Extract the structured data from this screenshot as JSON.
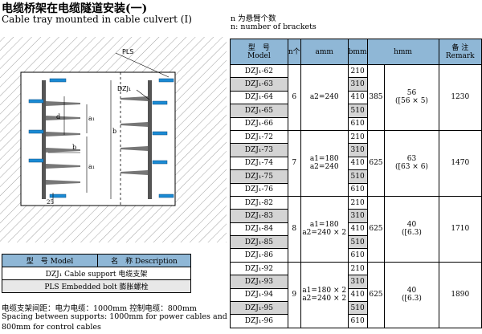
{
  "title_cn": "电缆桥架在电缆隧道安装(一)",
  "title_en": "Cable tray mounted in cable culvert (I)",
  "notes": {
    "n_cn": "n 为悬臂个数",
    "n_en": "n: number of brackets"
  },
  "drawing": {
    "pls": "PLS",
    "dzj": "DZJ₁",
    "dim_b": "b",
    "dim_b2": "b",
    "dim_d": "d",
    "dim_a1": "a₁",
    "dim_a2": "a₁",
    "dim_25": "25"
  },
  "legend": {
    "h_model": "型　号 Model",
    "h_name": "名　称 Description",
    "r1_model": "DZJ₁",
    "r1_name": "Cable support 电缆支架",
    "r2_model": "PLS",
    "r2_name": "Embedded bolt 膨胀螺栓"
  },
  "footer": {
    "line1": "电缆支架间距：电力电缆：1000mm 控制电缆：800mm",
    "line2": "Spacing between supports: 1000mm for power cables and",
    "line3": "800mm for control cables"
  },
  "table": {
    "h_model": "型　号",
    "h_model_en": "Model",
    "h_n": "n个",
    "h_amm": "amm",
    "h_bmm": "bmm",
    "h_hmm": "hmm",
    "h_remark": "备 注",
    "h_remark_en": "Remark",
    "groups": [
      {
        "n": "6",
        "a1": "a2=240",
        "a2": "",
        "h": "385",
        "h1": "56",
        "h2": "([56 × 5)",
        "remark": "1230",
        "rows": [
          {
            "model": "DZJ₁-62",
            "b": "210"
          },
          {
            "model": "DZJ₁-63",
            "b": "310"
          },
          {
            "model": "DZJ₁-64",
            "b": "410"
          },
          {
            "model": "DZJ₁-65",
            "b": "510"
          },
          {
            "model": "DZJ₁-66",
            "b": "610"
          }
        ]
      },
      {
        "n": "7",
        "a1": "a1=180",
        "a2": "a2=240",
        "h": "625",
        "h1": "63",
        "h2": "([63 × 6)",
        "remark": "1470",
        "rows": [
          {
            "model": "DZJ₁-72",
            "b": "210"
          },
          {
            "model": "DZJ₁-73",
            "b": "310"
          },
          {
            "model": "DZJ₁-74",
            "b": "410"
          },
          {
            "model": "DZJ₁-75",
            "b": "510"
          },
          {
            "model": "DZJ₁-76",
            "b": "610"
          }
        ]
      },
      {
        "n": "8",
        "a1": "a1=180",
        "a2": "a2=240 × 2",
        "h": "625",
        "h1": "40",
        "h2": "([6.3)",
        "remark": "1710",
        "rows": [
          {
            "model": "DZJ₁-82",
            "b": "210"
          },
          {
            "model": "DZJ₁-83",
            "b": "310"
          },
          {
            "model": "DZJ₁-84",
            "b": "410"
          },
          {
            "model": "DZJ₁-85",
            "b": "510"
          },
          {
            "model": "DZJ₁-86",
            "b": "610"
          }
        ]
      },
      {
        "n": "9",
        "a1": "a1=180 × 2",
        "a2": "a2=240 × 2",
        "h": "625",
        "h1": "40",
        "h2": "([6.3)",
        "remark": "1890",
        "rows": [
          {
            "model": "DZJ₁-92",
            "b": "210"
          },
          {
            "model": "DZJ₁-93",
            "b": "310"
          },
          {
            "model": "DZJ₁-94",
            "b": "410"
          },
          {
            "model": "DZJ₁-95",
            "b": "510"
          },
          {
            "model": "DZJ₁-96",
            "b": "610"
          }
        ]
      }
    ]
  }
}
